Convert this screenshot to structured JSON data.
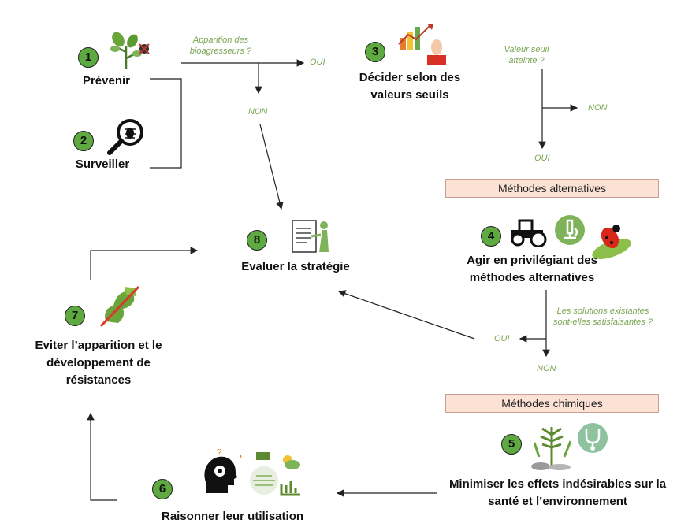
{
  "steps": [
    {
      "num": "1",
      "label": "Prévenir"
    },
    {
      "num": "2",
      "label": "Surveiller"
    },
    {
      "num": "3",
      "label": "Décider selon des valeurs seuils"
    },
    {
      "num": "4",
      "label": "Agir en privilégiant des méthodes alternatives"
    },
    {
      "num": "5",
      "label": "Minimiser les effets indésirables sur la santé et l’environnement"
    },
    {
      "num": "6",
      "label": "Raisonner leur utilisation"
    },
    {
      "num": "7",
      "label": "Eviter l’apparition et le développement de résistances"
    },
    {
      "num": "8",
      "label": "Evaluer la stratégie"
    }
  ],
  "questions": {
    "pests": "Apparition des bioagresseurs ?",
    "threshold": "Valeur seuil atteinte ?",
    "solutions": "Les solutions existantes sont-elles satisfaisantes ?"
  },
  "answers": {
    "oui1": "OUI",
    "non1": "NON",
    "non2": "NON",
    "oui2": "OUI",
    "oui3": "OUI",
    "non3": "NON"
  },
  "boxes": {
    "alternatives": "Méthodes alternatives",
    "chemical": "Méthodes chimiques"
  },
  "colors": {
    "badge": "#5ea940",
    "answer": "#7aa552",
    "box_fill": "#fbe2d5",
    "icon_green": "#7fb35a"
  }
}
